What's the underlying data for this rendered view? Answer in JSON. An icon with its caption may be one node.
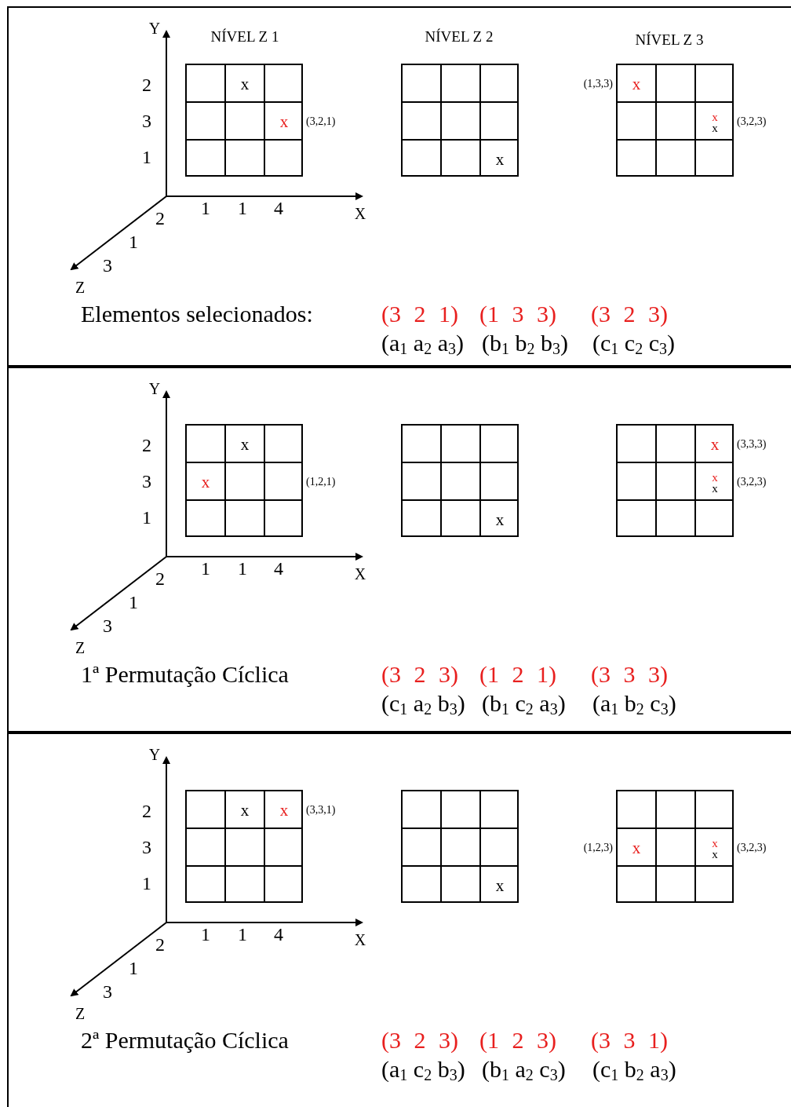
{
  "diagram": {
    "nodes": [
      {
        "text": [
          "Elementos selecionados:",
          "(3 2 1)",
          "(1 3 3)",
          "(3 2 3)",
          "(a$_{1}$ a$_{2}$ a$_{3}$)",
          "(b$_{1}$ b$_{2}$ b$_{3}$)",
          "(c$_{1}$ c$_{2}$ c$_{3}$)"
        ]
      },
      {
        "text": [
          "x",
          "x"
        ],
        "in": 0,
        "beside": [
          "(3,2,1)"
        ]
      },
      {
        "text": [
          "x"
        ],
        "in": 0
      },
      {
        "text": [
          "x",
          "x",
          "x"
        ],
        "in": 0,
        "beside": [
          "(1,3,3)",
          "(3,2,3)"
        ]
      },
      {
        "text": [
          "1ª Permutação Cíclica",
          "(3 2 3)",
          "(1 2 1)",
          "(3 3 3)",
          "(c$_{1}$ a$_{2}$ b$_{3}$)",
          "(b$_{1}$ c$_{2}$ a$_{3}$)",
          "(a$_{1}$ b$_{2}$ c$_{3}$)"
        ]
      },
      {
        "text": [
          "x",
          "x"
        ],
        "in": 4,
        "beside": [
          "(1,2,1)"
        ]
      },
      {
        "text": [
          "x"
        ],
        "in": 4
      },
      {
        "text": [
          "x",
          "x",
          "x"
        ],
        "in": 4,
        "beside": [
          "(3,3,3)",
          "(3,2,3)"
        ]
      },
      {
        "text": [
          "2ª Permutação Cíclica",
          "(3 2 3)",
          "(1 2 3)",
          "(3 3 1)",
          "(a$_{1}$ c$_{2}$ b$_{3}$)",
          "(b$_{1}$ a$_{2}$ c$_{3}$)",
          "(c$_{1}$ b$_{2}$ a$_{3}$)"
        ]
      },
      {
        "text": [
          "x",
          "x"
        ],
        "in": 8,
        "beside": [
          "(3,3,1)"
        ]
      },
      {
        "text": [
          "x"
        ],
        "in": 8
      },
      {
        "text": [
          "x",
          "x",
          "x"
        ],
        "in": 8,
        "beside": [
          "(1,2,3)",
          "(3,2,3)"
        ]
      }
    ],
    "labels": [
      "Y",
      "NÍVEL Z 1",
      "NÍVEL Z 2",
      "NÍVEL Z 3",
      "2",
      "3",
      "1",
      "1",
      "1",
      "4",
      "X",
      "2",
      "1",
      "3",
      "Z",
      "Y",
      "2",
      "3",
      "1",
      "1",
      "1",
      "4",
      "X",
      "2",
      "1",
      "3",
      "Z",
      "Y",
      "2",
      "3",
      "1",
      "1",
      "1",
      "4",
      "X",
      "2",
      "1",
      "3",
      "Z"
    ]
  }
}
